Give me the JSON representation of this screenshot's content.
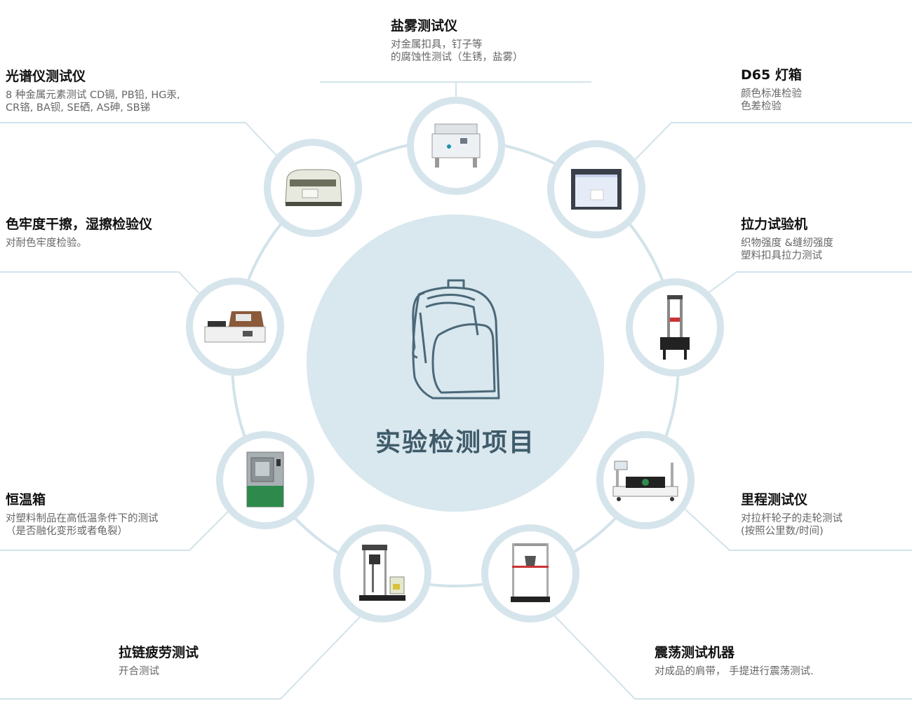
{
  "center": {
    "title": "实验检测项目",
    "icon": "backpack-icon"
  },
  "colors": {
    "ring": "#d6e5ec",
    "center_bg": "#d9e7ee",
    "line": "#d2e3ea",
    "title": "#3f5b6a"
  },
  "items": [
    {
      "id": "salt-spray",
      "title": "盐雾测试仪",
      "desc": "对金属扣具，钉子等\n的腐蚀性测试（生锈，盐雾）",
      "icon": "salt-spray-tester-icon"
    },
    {
      "id": "d65-lightbox",
      "title": "D65 灯箱",
      "desc": "颜色标准检验\n色差检验",
      "icon": "light-box-icon"
    },
    {
      "id": "tensile",
      "title": "拉力试验机",
      "desc": "织物强度 &缝纫强度\n塑料扣具拉力测试",
      "icon": "tensile-tester-icon"
    },
    {
      "id": "mileage",
      "title": "里程测试仪",
      "desc": "对拉杆轮子的走轮测试\n(按照公里数/时间)",
      "icon": "mileage-tester-icon"
    },
    {
      "id": "vibration",
      "title": "震荡测试机器",
      "desc": "对成品的肩带， 手提进行震荡测试.",
      "icon": "vibration-tester-icon"
    },
    {
      "id": "zipper",
      "title": "拉链疲劳测试",
      "desc": "开合测试",
      "icon": "zipper-tester-icon"
    },
    {
      "id": "humidity",
      "title": "恒温箱",
      "desc": "对塑料制品在高低温条件下的测试\n（是否融化变形或者龟裂）",
      "icon": "climate-chamber-icon"
    },
    {
      "id": "crockmeter",
      "title": "色牢度干擦，湿擦检验仪",
      "desc": "对耐色牢度检验。",
      "icon": "crockmeter-icon"
    },
    {
      "id": "spectrometer",
      "title": "光谱仪测试仪",
      "desc": "8 种金属元素测试 CD镉, PB铅, HG汞,\nCR铬, BA钡, SE硒, AS砷, SB锑",
      "icon": "spectrometer-icon"
    }
  ]
}
